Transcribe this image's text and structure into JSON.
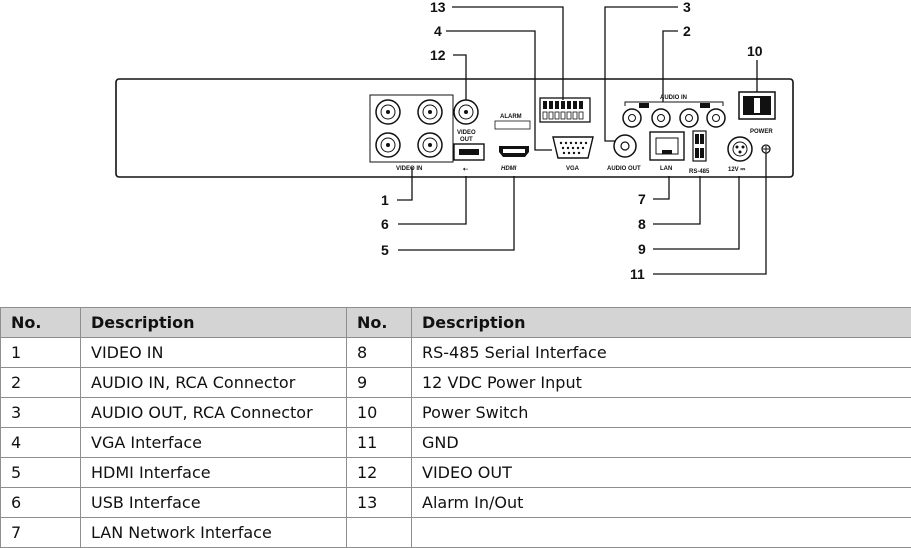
{
  "diagram": {
    "panel_labels": {
      "video_in": "VIDEO IN",
      "video_out": "VIDEO\nOUT",
      "alarm": "ALARM",
      "vga": "VGA",
      "audio_in": "AUDIO IN",
      "audio_out": "AUDIO OUT",
      "lan": "LAN",
      "rs485": "RS-485",
      "power_input": "12V ⎓",
      "power": "POWER",
      "hdmi": "HDMI",
      "usb": "⭠"
    },
    "callouts": [
      "13",
      "4",
      "12",
      "3",
      "2",
      "10",
      "1",
      "6",
      "5",
      "7",
      "8",
      "9",
      "11"
    ]
  },
  "table": {
    "headers": [
      "No.",
      "Description",
      "No.",
      "Description"
    ],
    "rows": [
      [
        "1",
        "VIDEO IN",
        "8",
        "RS-485 Serial Interface"
      ],
      [
        "2",
        "AUDIO IN, RCA Connector",
        "9",
        "12 VDC Power Input"
      ],
      [
        "3",
        "AUDIO OUT, RCA Connector",
        "10",
        "Power Switch"
      ],
      [
        "4",
        "VGA Interface",
        "11",
        "GND"
      ],
      [
        "5",
        "HDMI Interface",
        "12",
        "VIDEO OUT"
      ],
      [
        "6",
        "USB Interface",
        "13",
        "Alarm In/Out"
      ],
      [
        "7",
        "LAN Network Interface",
        "",
        ""
      ]
    ]
  }
}
